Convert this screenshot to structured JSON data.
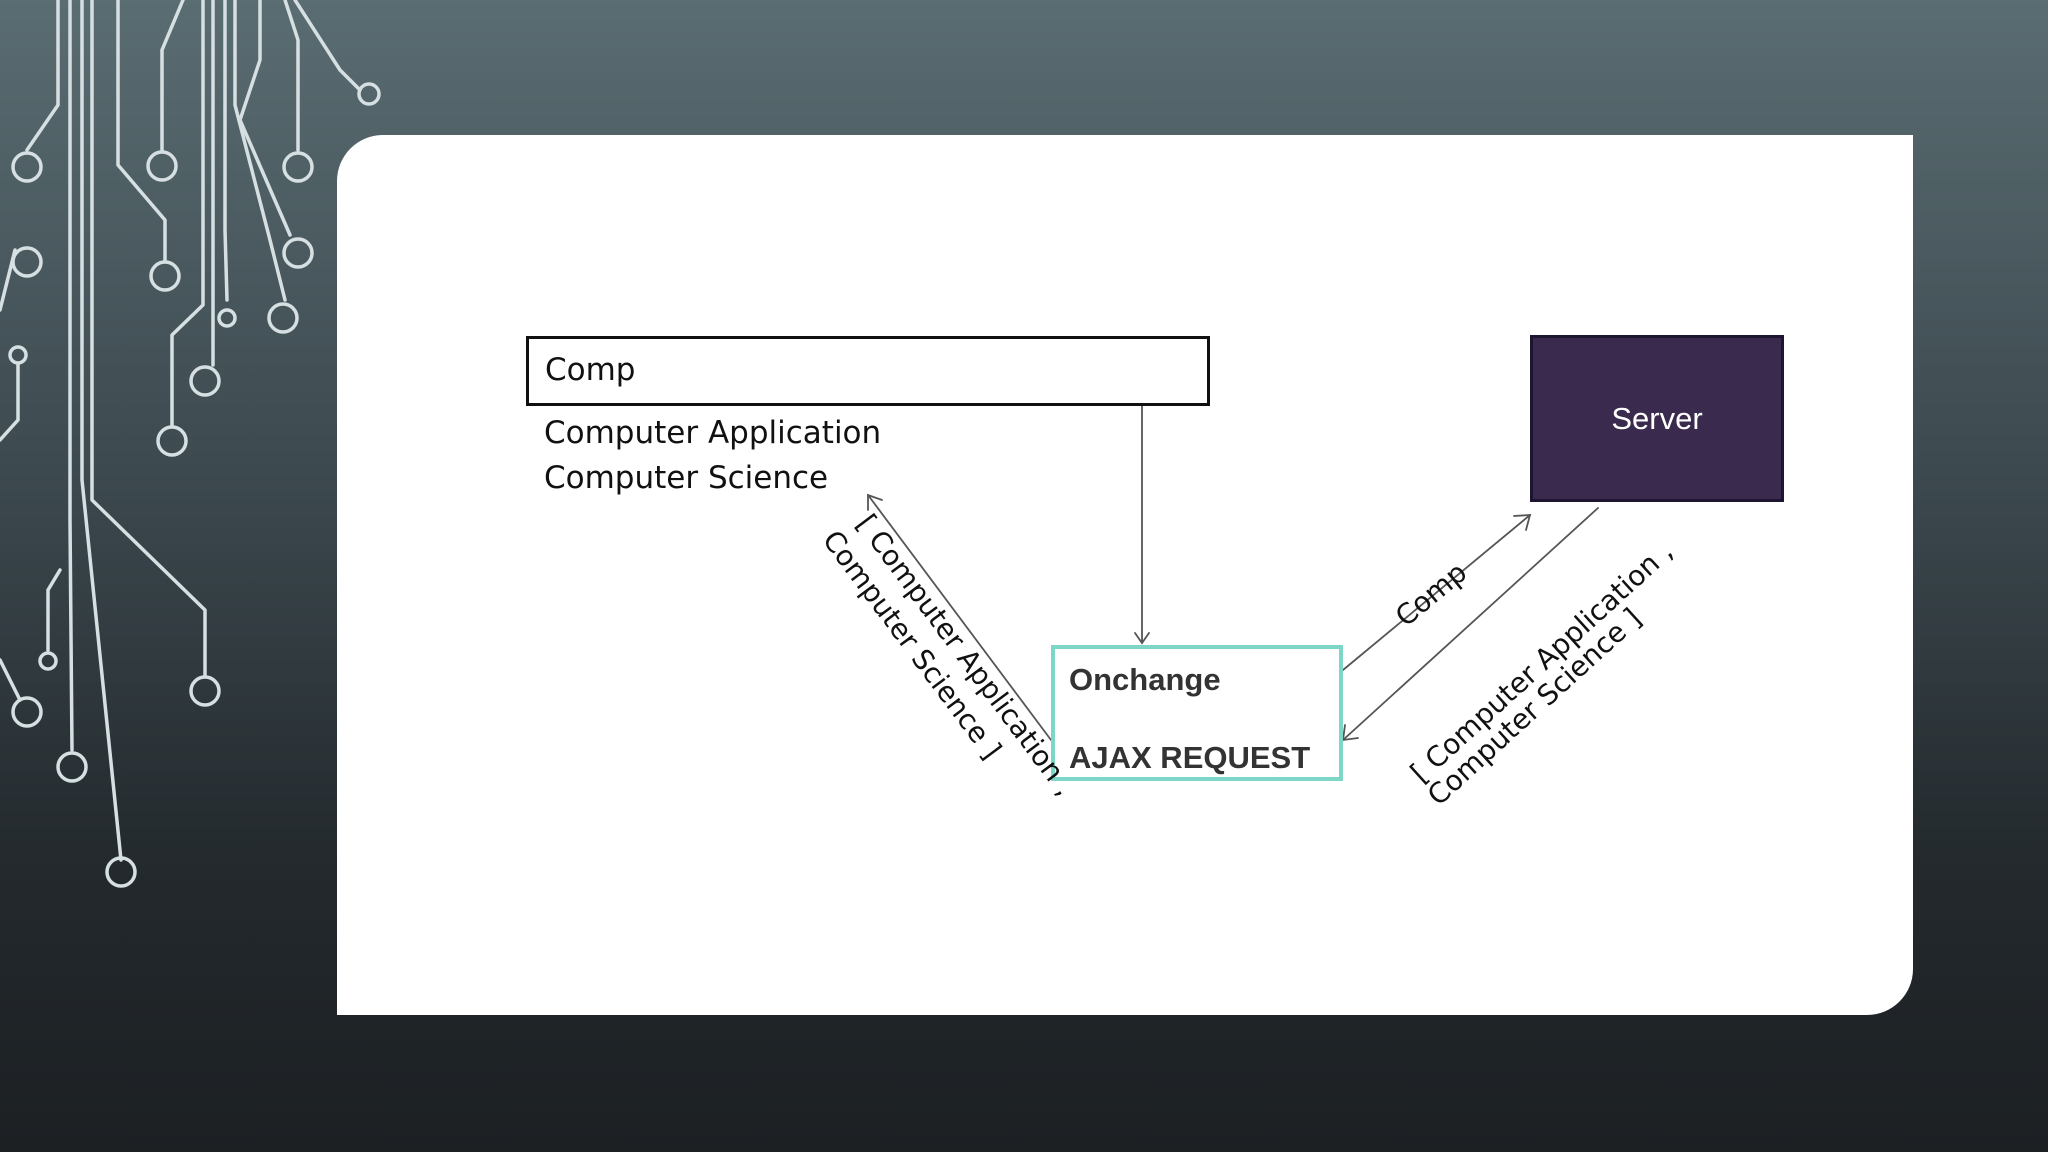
{
  "diagram": {
    "input_value": "Comp",
    "options": [
      "Computer Application",
      "Computer Science"
    ],
    "server_label": "Server",
    "ajax_line1": "Onchange",
    "ajax_line2": "AJAX REQUEST",
    "request_label": "Comp",
    "response_right_line1": "[ Computer Application ,",
    "response_right_line2": "Computer Science ]",
    "response_left_line1": "[ Computer Application ,",
    "response_left_line2": "Computer Science ]"
  },
  "colors": {
    "server_fill": "#3a2b4e",
    "ajax_border": "#7ed6c6",
    "circuit_line": "#d6e0e2"
  }
}
